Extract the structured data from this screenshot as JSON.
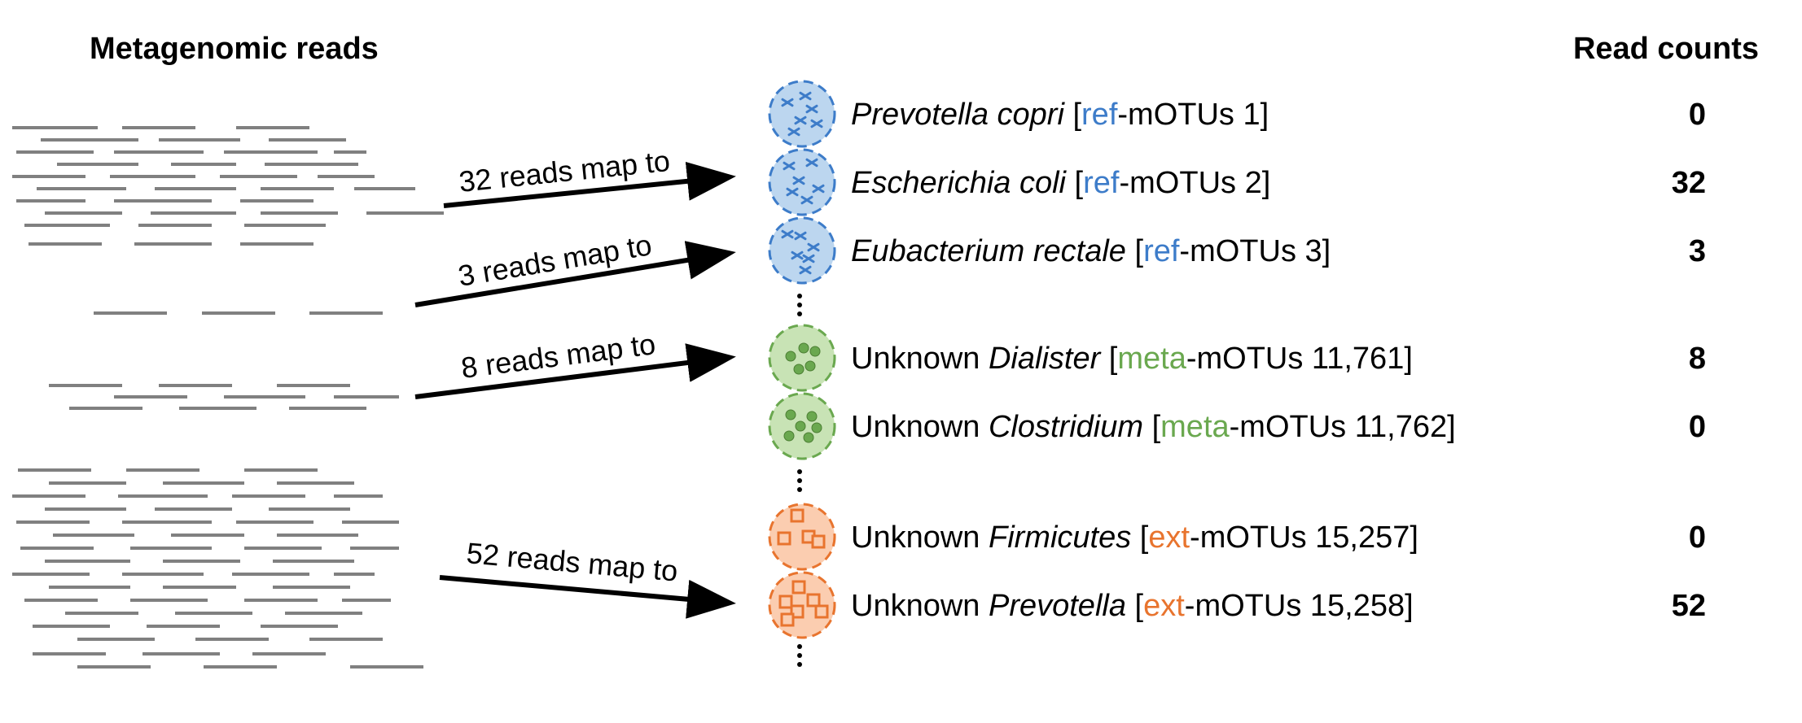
{
  "headers": {
    "left": "Metagenomic reads",
    "right": "Read counts"
  },
  "colors": {
    "ref": "#3d7cc9",
    "ref_fill": "#bcd6ef",
    "meta": "#6aa84f",
    "meta_fill": "#c8e3b5",
    "ext": "#e8742e",
    "ext_fill": "#fbcdb0",
    "read_line": "#808080",
    "arrow": "#000000"
  },
  "arrows": [
    {
      "label": "32 reads map to",
      "target": 1
    },
    {
      "label": "3 reads map to",
      "target": 2
    },
    {
      "label": "8 reads map to",
      "target": 3
    },
    {
      "label": "52 reads map to",
      "target": 6
    }
  ],
  "motus": [
    {
      "prefix": "",
      "taxon": "Prevotella copri",
      "tag": "ref",
      "suffix": "-mOTUs 1",
      "category": "ref",
      "count": "0",
      "icon": "cross-marks-icon"
    },
    {
      "prefix": "",
      "taxon": "Escherichia coli",
      "tag": "ref",
      "suffix": "-mOTUs 2",
      "category": "ref",
      "count": "32",
      "icon": "cross-marks-icon"
    },
    {
      "prefix": "",
      "taxon": "Eubacterium rectale",
      "tag": "ref",
      "suffix": "-mOTUs 3",
      "category": "ref",
      "count": "3",
      "icon": "cross-marks-icon"
    },
    {
      "prefix": "Unknown ",
      "taxon": "Dialister",
      "tag": "meta",
      "suffix": "-mOTUs 11,761",
      "category": "meta",
      "count": "8",
      "icon": "dots-icon"
    },
    {
      "prefix": "Unknown ",
      "taxon": "Clostridium",
      "tag": "meta",
      "suffix": "-mOTUs 11,762",
      "category": "meta",
      "count": "0",
      "icon": "dots-icon"
    },
    {
      "prefix": "Unknown ",
      "taxon": "Firmicutes",
      "tag": "ext",
      "suffix": "-mOTUs 15,257",
      "category": "ext",
      "count": "0",
      "icon": "squares-icon"
    },
    {
      "prefix": "Unknown ",
      "taxon": "Prevotella",
      "tag": "ext",
      "suffix": "-mOTUs 15,258",
      "category": "ext",
      "count": "52",
      "icon": "squares-icon"
    }
  ]
}
